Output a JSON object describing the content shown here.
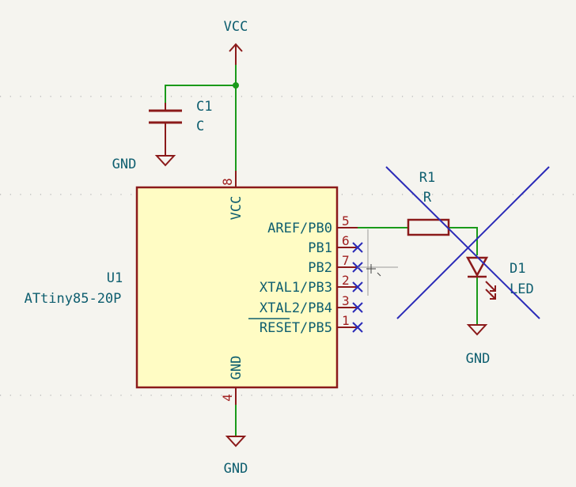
{
  "power": {
    "vcc_top": "VCC",
    "gnd_cap": "GND",
    "gnd_bottom": "GND",
    "gnd_led": "GND"
  },
  "capacitor": {
    "ref": "C1",
    "value": "C"
  },
  "resistor": {
    "ref": "R1",
    "value": "R"
  },
  "led": {
    "ref": "D1",
    "value": "LED"
  },
  "chip": {
    "ref": "U1",
    "value": "ATtiny85-20P",
    "vcc_pin_label": "VCC",
    "vcc_pin_num": "8",
    "gnd_pin_label": "GND",
    "gnd_pin_num": "4",
    "pins": [
      {
        "name": "AREF/PB0",
        "num": "5"
      },
      {
        "name": "PB1",
        "num": "6"
      },
      {
        "name": "PB2",
        "num": "7"
      },
      {
        "name": "XTAL1/PB3",
        "num": "2"
      },
      {
        "name": "XTAL2/PB4",
        "num": "3"
      },
      {
        "name": "RESET/PB5",
        "num": "1"
      }
    ]
  },
  "colors": {
    "wire": "#1a9a1a",
    "symbol": "#8b1a1a",
    "body_fill": "#fffcc4",
    "label": "#0e5e6f",
    "no_connect": "#2b2bb8",
    "grid": "#b5b5b5"
  }
}
